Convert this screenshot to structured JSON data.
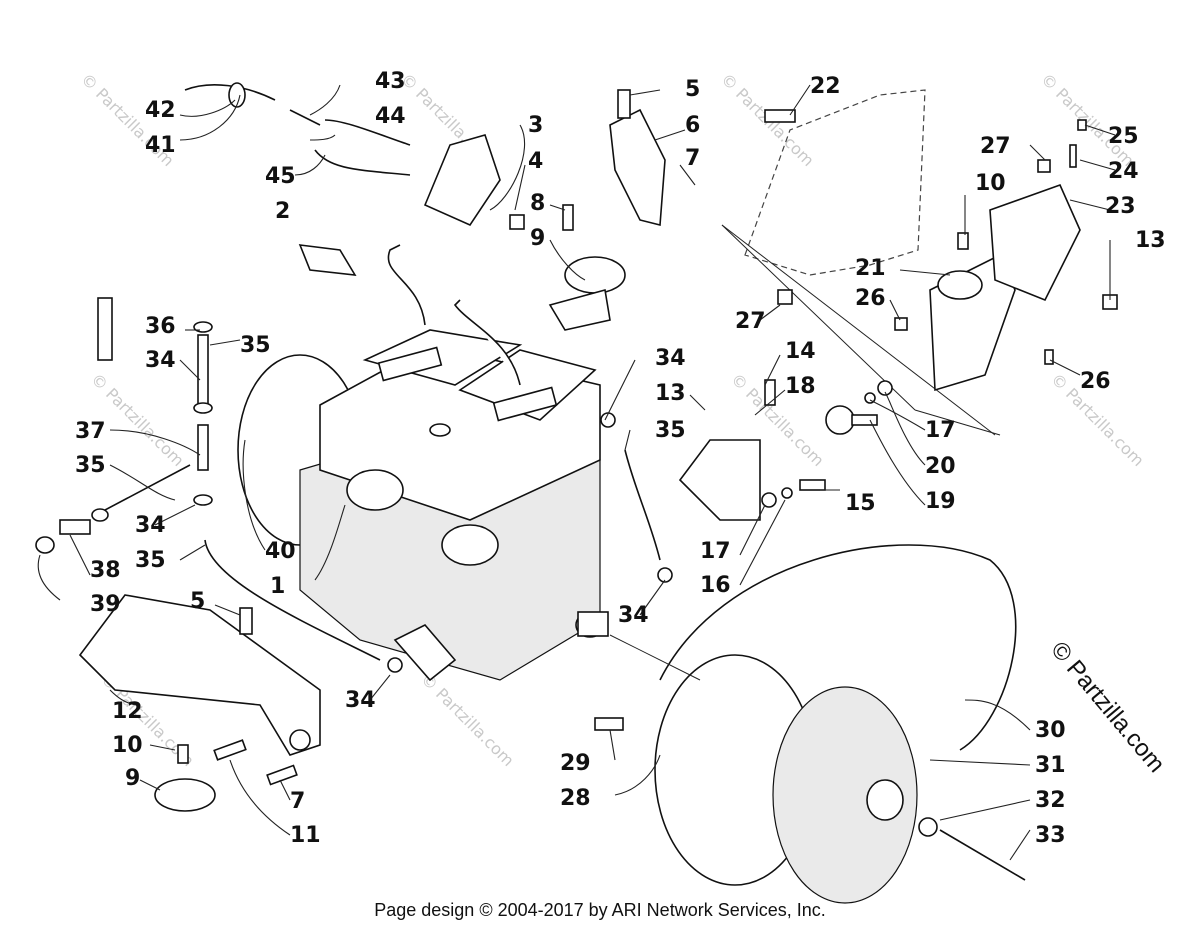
{
  "callouts": [
    "1",
    "2",
    "3",
    "4",
    "5",
    "5",
    "6",
    "7",
    "7",
    "8",
    "9",
    "9",
    "10",
    "10",
    "11",
    "12",
    "13",
    "13",
    "14",
    "15",
    "16",
    "17",
    "17",
    "18",
    "19",
    "20",
    "21",
    "22",
    "23",
    "24",
    "25",
    "26",
    "26",
    "27",
    "27",
    "28",
    "29",
    "30",
    "31",
    "32",
    "33",
    "34",
    "34",
    "34",
    "34",
    "34",
    "35",
    "35",
    "35",
    "35",
    "36",
    "37",
    "38",
    "39",
    "40",
    "41",
    "42",
    "43",
    "44",
    "45"
  ],
  "watermark": "© Partzilla.com",
  "brand_text": "© Partzilla.com",
  "footer": "Page design © 2004-2017 by ARI Network Services, Inc.",
  "colors": {
    "line": "#111111",
    "watermark": "#c9c9c9",
    "background": "#ffffff"
  }
}
